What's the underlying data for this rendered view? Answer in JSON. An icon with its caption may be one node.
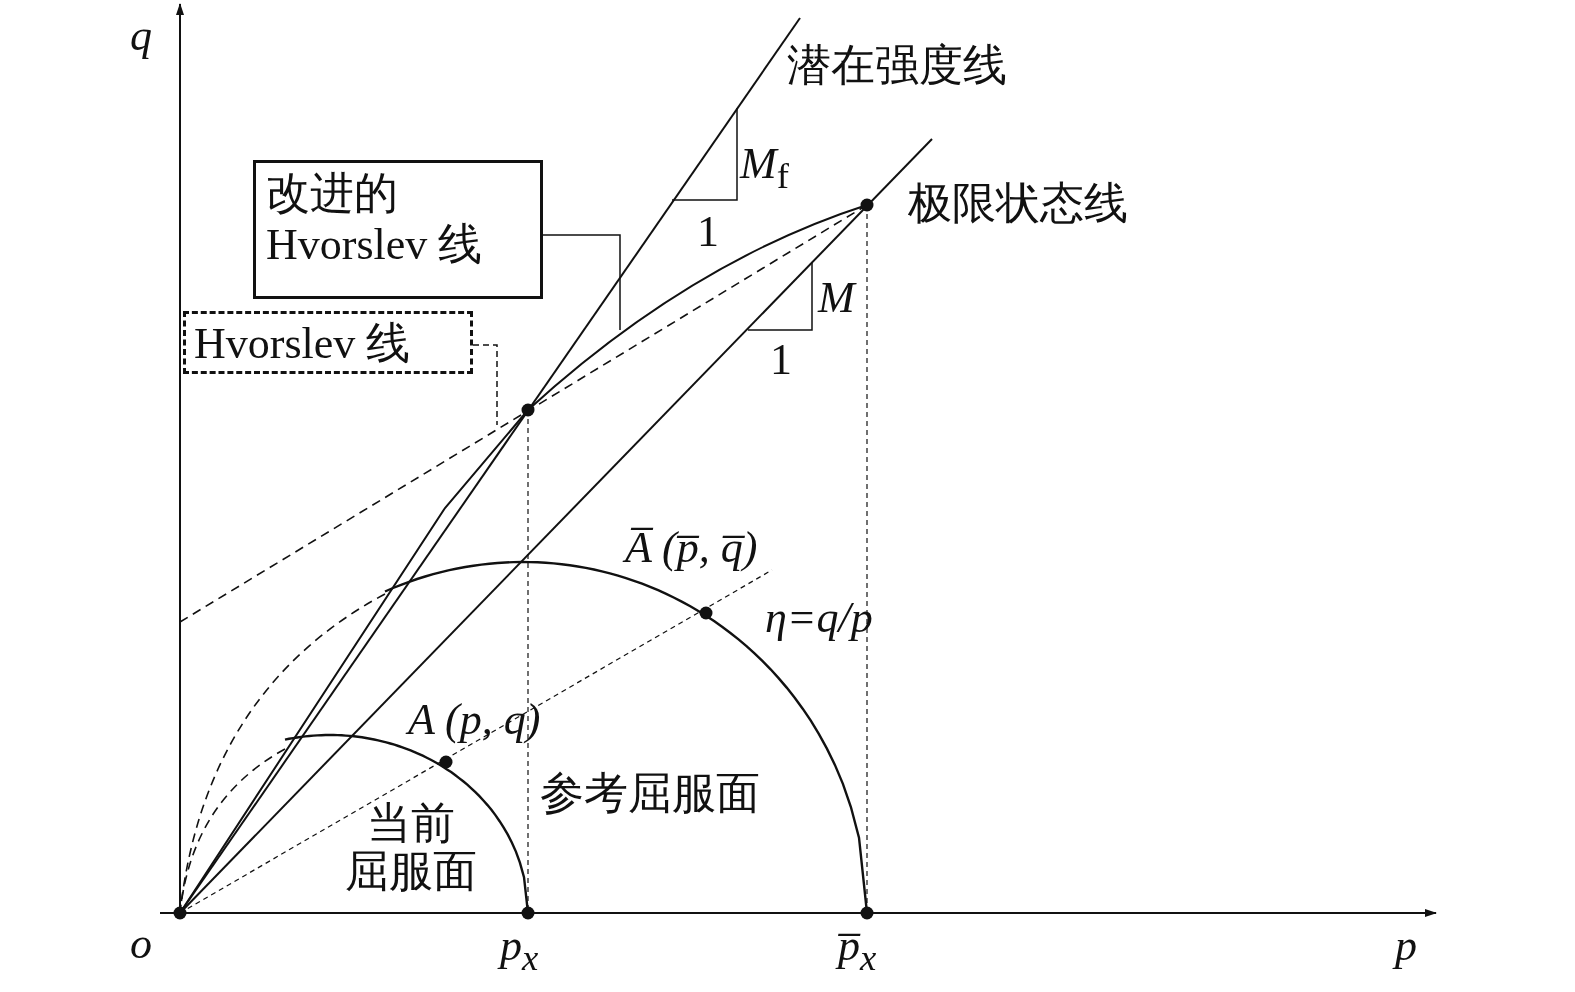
{
  "diagram": {
    "nodes": [
      {
        "text": [
          "改进的Hvorslev 线"
        ]
      },
      {
        "text": [
          "Hvorslev 线"
        ]
      }
    ],
    "edges": [
      {
        "from": 0,
        "to": null,
        "arrow": "none"
      },
      {
        "from": 1,
        "to": null,
        "arrow": "none",
        "style": "dashed"
      }
    ],
    "labels": [
      "q",
      "潜在强度线",
      "*M*$_{f}$",
      "1",
      "极限状态线",
      "M",
      "1",
      "A̅ (p̅, q̅)",
      "η=q/p",
      "A (p, q)",
      "参考屈服面",
      "当前屈服面",
      "o",
      "p$_{x}$",
      "p̅$_{x}$",
      "p"
    ]
  }
}
